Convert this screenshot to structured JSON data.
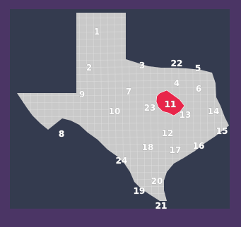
{
  "map": {
    "colors": {
      "outer_background": "#4b3565",
      "map_background": "#343b4f",
      "land": "#c9c9c9",
      "county_lines": "#e4e4e4",
      "highlight": "#e8254a",
      "label_text": "#ffffff"
    },
    "highlighted_region": "11",
    "regions": [
      {
        "id": "1",
        "label": "1"
      },
      {
        "id": "2",
        "label": "2"
      },
      {
        "id": "3",
        "label": "3"
      },
      {
        "id": "4",
        "label": "4"
      },
      {
        "id": "5",
        "label": "5"
      },
      {
        "id": "6",
        "label": "6"
      },
      {
        "id": "7",
        "label": "7"
      },
      {
        "id": "8",
        "label": "8"
      },
      {
        "id": "9",
        "label": "9"
      },
      {
        "id": "10",
        "label": "10"
      },
      {
        "id": "11",
        "label": "11"
      },
      {
        "id": "12",
        "label": "12"
      },
      {
        "id": "13",
        "label": "13"
      },
      {
        "id": "14",
        "label": "14"
      },
      {
        "id": "15",
        "label": "15"
      },
      {
        "id": "16",
        "label": "16"
      },
      {
        "id": "17",
        "label": "17"
      },
      {
        "id": "18",
        "label": "18"
      },
      {
        "id": "19",
        "label": "19"
      },
      {
        "id": "20",
        "label": "20"
      },
      {
        "id": "21",
        "label": "21"
      },
      {
        "id": "22",
        "label": "22"
      },
      {
        "id": "23",
        "label": "23"
      },
      {
        "id": "24",
        "label": "24"
      }
    ]
  }
}
